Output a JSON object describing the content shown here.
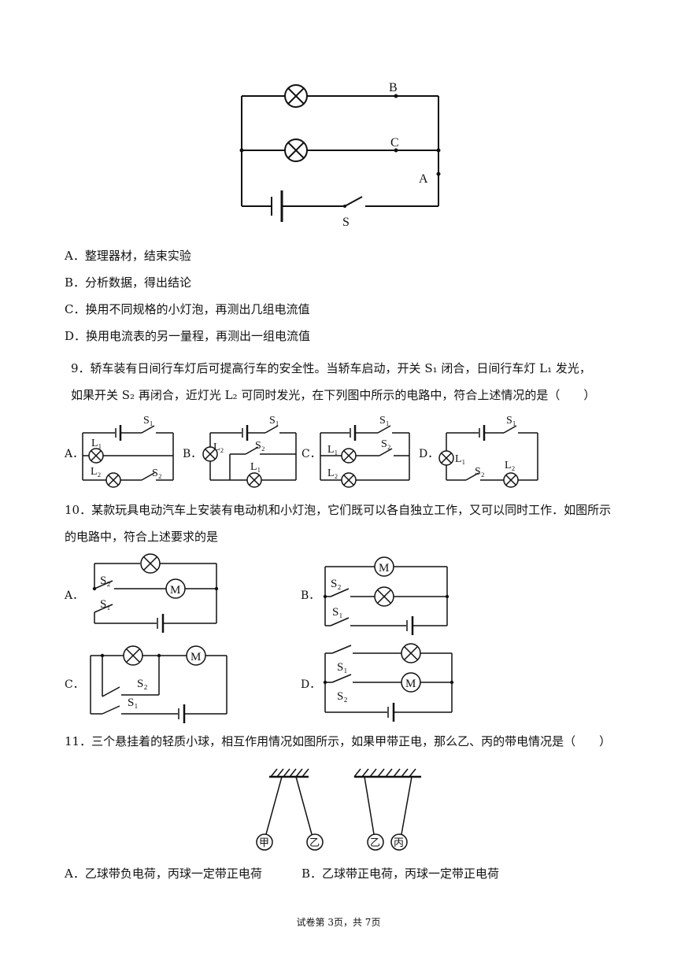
{
  "top_circuit": {
    "point_b": "B",
    "point_c": "C",
    "point_a": "A",
    "switch_s": "S"
  },
  "q8_options": [
    {
      "letter": "A．",
      "text": "整理器材，结束实验"
    },
    {
      "letter": "B．",
      "text": "分析数据，得出结论"
    },
    {
      "letter": "C．",
      "text": "换用不同规格的小灯泡，再测出几组电流值"
    },
    {
      "letter": "D．",
      "text": "换用电流表的另一量程，再测出一组电流值"
    }
  ],
  "q9": {
    "line1": "9．轿车装有日间行车灯后可提高行车的安全性。当轿车启动，开关 S₁ 闭合，日间行车灯  L₁ 发光，",
    "line2": "如果开关  S₂ 再闭合，近灯光  L₂ 可同时发光，在下列图中所示的电路中，符合上述情况的是（　　）",
    "options": [
      "A．",
      "B．",
      "C．",
      "D．"
    ],
    "labels": {
      "s1": "S₁",
      "s2": "S₂",
      "l1": "L₁",
      "l2": "L₂"
    }
  },
  "q10": {
    "line1": "10．某款玩具电动汽车上安装有电动机和小灯泡，它们既可以各自独立工作，又可以同时工作．如图所示",
    "line2": "的电路中，符合上述要求的是",
    "options": [
      "A．",
      "B．",
      "C．",
      "D．"
    ],
    "motor": "M"
  },
  "q11": {
    "line1": "11．三个悬挂着的轻质小球，相互作用情况如图所示，如果甲带正电，那么乙、丙的带电情况是（　　）",
    "balls": [
      "甲",
      "乙",
      "乙",
      "丙"
    ],
    "option_a": "A．乙球带负电荷，丙球一定带正电荷",
    "option_b": "B．乙球带正电荷，丙球一定带正电荷"
  },
  "footer": "试卷第 3页，共 7页"
}
